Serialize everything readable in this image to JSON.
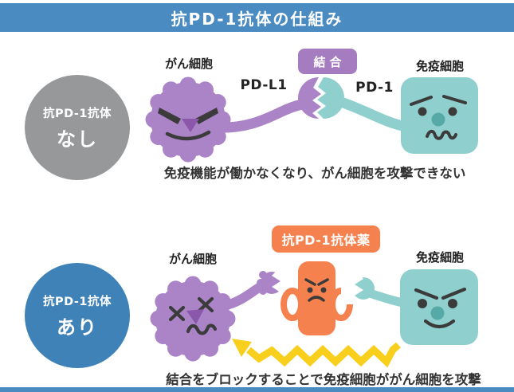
{
  "title": "抗PD-1抗体の仕組み",
  "colors": {
    "header_blue": "#4a8bc2",
    "circle_gray": "#96989a",
    "circle_blue": "#3f82b8",
    "cancer_purple": "#ab84c8",
    "cancer_nose_purple": "#8a57ab",
    "binding_badge_purple": "#a57cc0",
    "immune_teal": "#8fd0ce",
    "immune_nose_teal": "#55a9a7",
    "drug_orange": "#f5824e",
    "attack_yellow": "#f8cf1c",
    "face_dark": "#3b3b3b"
  },
  "section_without": {
    "condition_top": "抗PD-1抗体",
    "condition_main": "なし",
    "cancer_cell_label": "がん細胞",
    "pdl1_label": "PD-L1",
    "binding_badge": "結合",
    "pd1_label": "PD-1",
    "immune_cell_label": "免疫細胞",
    "caption": "免疫機能が働かなくなり、がん細胞を攻撃できない"
  },
  "section_with": {
    "condition_top": "抗PD-1抗体",
    "condition_main": "あり",
    "cancer_cell_label": "がん細胞",
    "drug_badge": "抗PD-1抗体薬",
    "immune_cell_label": "免疫細胞",
    "caption": "結合をブロックすることで免疫細胞ががん細胞を攻撃"
  }
}
